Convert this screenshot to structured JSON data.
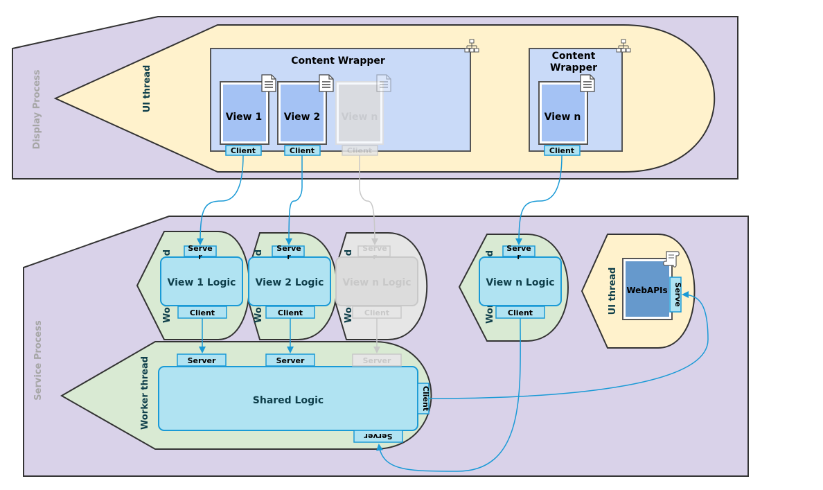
{
  "processes": {
    "display": "Display Process",
    "service": "Service Process"
  },
  "threads": {
    "ui_display": "UI thread",
    "ui_service": "UI thread",
    "worker_v1": "Worker thread",
    "worker_v2": "Worker thread",
    "worker_vn_faded": "Worker thread",
    "worker_vn": "Worker thread",
    "worker_shared": "Worker thread"
  },
  "wrappers": {
    "main": "Content Wrapper",
    "second_line1": "Content",
    "second_line2": "Wrapper"
  },
  "views": {
    "v1": "View 1",
    "v2": "View 2",
    "vn_faded": "View n",
    "vn": "View n"
  },
  "logic": {
    "v1": "View 1 Logic",
    "v2": "View 2 Logic",
    "vn_faded": "View n Logic",
    "vn": "View n Logic",
    "shared": "Shared Logic",
    "webapis": "WebAPIs"
  },
  "ports": {
    "client": "Client",
    "server": "Server",
    "serve_split_top": "Serve",
    "serve_split_bottom": "r",
    "serve_rot": "Serve"
  },
  "colors": {
    "process_bg": "#d9d2e9",
    "ui_thread_bg": "#fff2cc",
    "worker_thread_bg": "#d9ead3",
    "faded_bg": "#e6e6e6",
    "wrapper_bg": "#c9daf8",
    "view_bg": "#a4c2f4",
    "logic_bg": "#b0e3f2",
    "port_border": "#1a9ad6",
    "arrow": "#1a9ad6",
    "webapis_bg": "#6699cc"
  }
}
